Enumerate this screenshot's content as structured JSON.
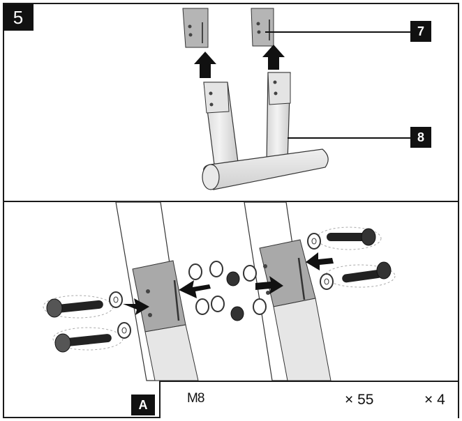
{
  "step": {
    "number": "5"
  },
  "callouts": {
    "part_7": "7",
    "part_8": "8"
  },
  "hardware": {
    "panel_label": "A",
    "bolt_size": "M8",
    "qty_bolt_set": "× 55",
    "qty_bolts": "× 4"
  },
  "colors": {
    "outline": "#1a1a1a",
    "tube": "#e8e8e8",
    "sleeve": "#a9a9a9",
    "arrow": "#111111"
  }
}
